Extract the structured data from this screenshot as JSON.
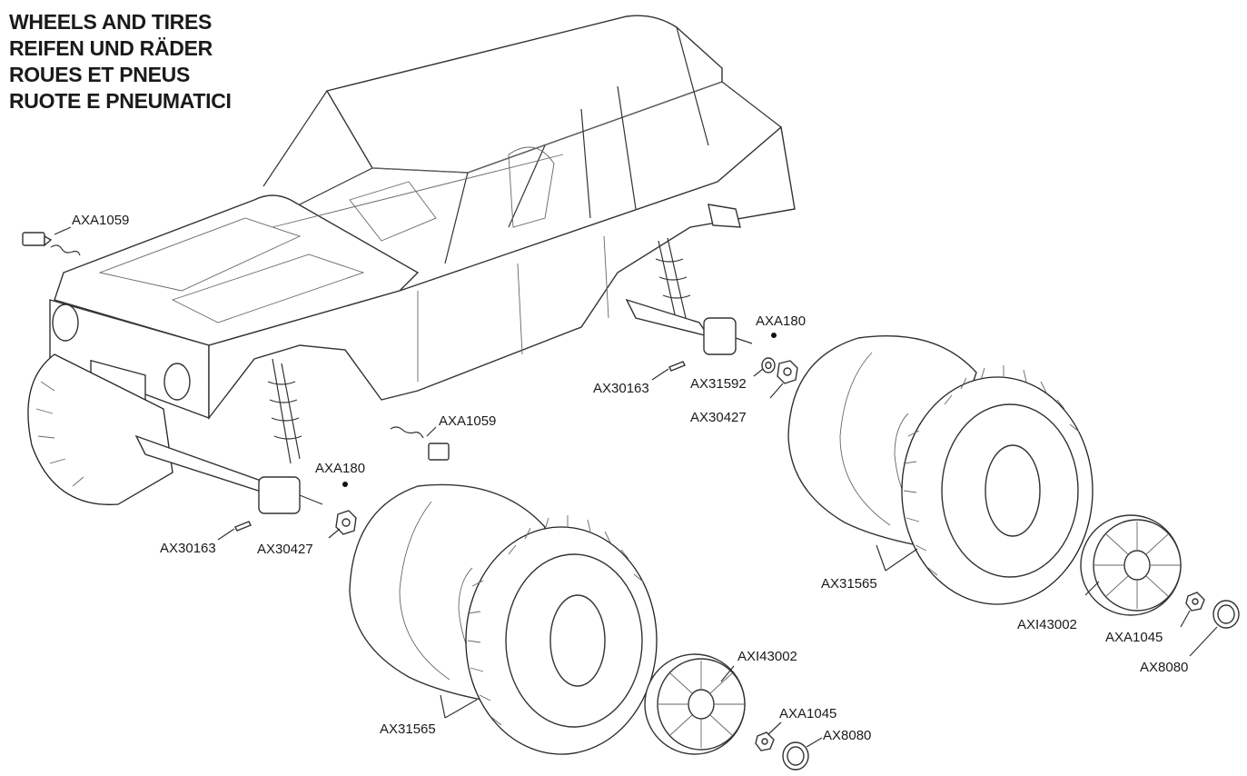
{
  "titles": [
    "WHEELS AND TIRES",
    "REIFEN UND RÄDER",
    "ROUES ET PNEUS",
    "RUOTE E PNEUMATICI"
  ],
  "labels": [
    {
      "id": "l1",
      "text": "AXA1059"
    },
    {
      "id": "l2",
      "text": "AXA1059"
    },
    {
      "id": "l3",
      "text": "AXA180"
    },
    {
      "id": "l4",
      "text": "AXA180"
    },
    {
      "id": "l5",
      "text": "AX30163"
    },
    {
      "id": "l6",
      "text": "AX30163"
    },
    {
      "id": "l7",
      "text": "AX31592"
    },
    {
      "id": "l8",
      "text": "AX30427"
    },
    {
      "id": "l9",
      "text": "AX30427"
    },
    {
      "id": "l10",
      "text": "AX31565"
    },
    {
      "id": "l11",
      "text": "AX31565"
    },
    {
      "id": "l12",
      "text": "AXI43002"
    },
    {
      "id": "l13",
      "text": "AXI43002"
    },
    {
      "id": "l14",
      "text": "AXA1045"
    },
    {
      "id": "l15",
      "text": "AXA1045"
    },
    {
      "id": "l16",
      "text": "AX8080"
    },
    {
      "id": "l17",
      "text": "AX8080"
    }
  ]
}
